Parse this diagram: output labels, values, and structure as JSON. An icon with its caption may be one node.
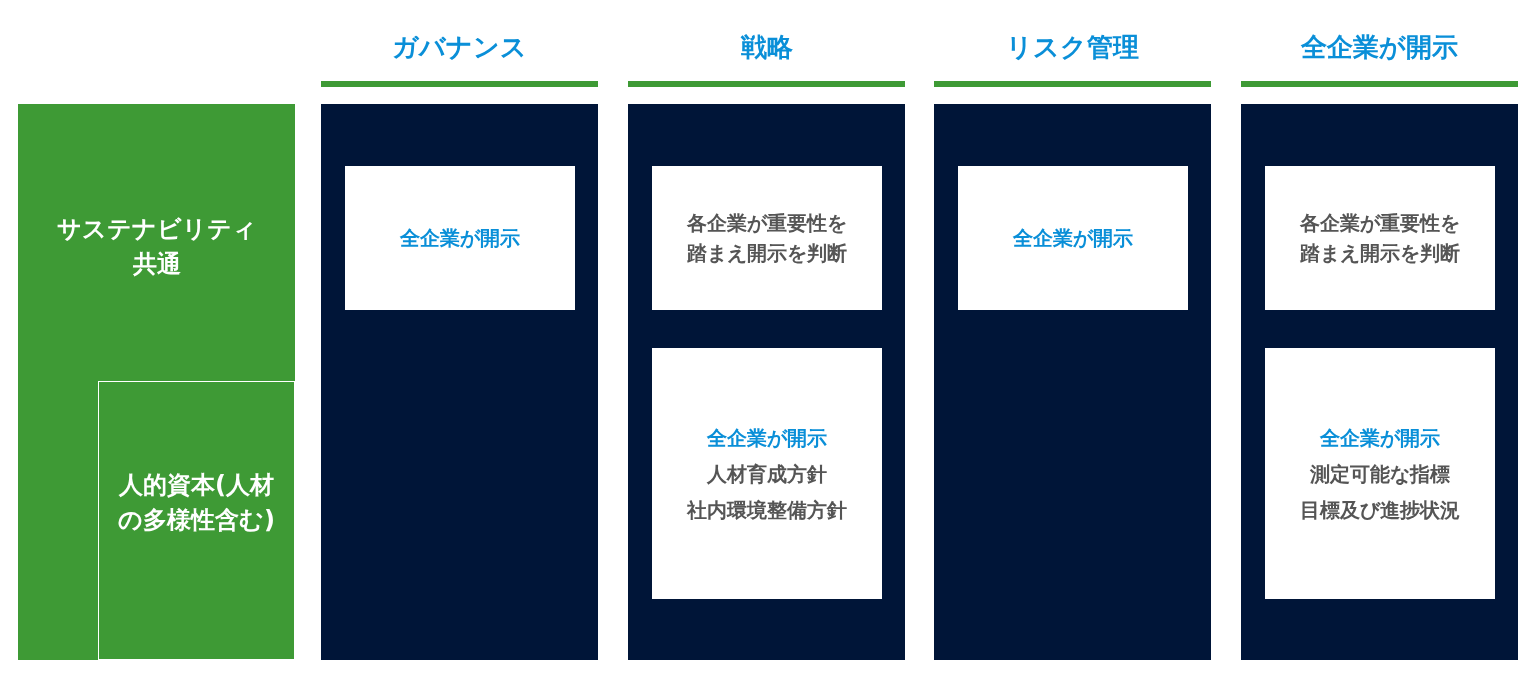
{
  "diagram": {
    "nodes": [
      {
        "text": [
          "サステナビリティ共通"
        ]
      },
      {
        "text": [
          "人的資本(人材の多様性含む)"
        ],
        "in": 0
      },
      {
        "text": [
          "ガバナンス"
        ]
      },
      {
        "text": [
          "全企業が開示"
        ],
        "in": 2
      },
      {
        "text": [
          "戦略"
        ]
      },
      {
        "text": [
          "各企業が重要性を踏まえ開示を判断"
        ],
        "in": 4
      },
      {
        "text": [
          "全企業が開示",
          "人材育成方針",
          "社内環境整備方針"
        ],
        "in": 4
      },
      {
        "text": [
          "リスク管理"
        ]
      },
      {
        "text": [
          "全企業が開示"
        ],
        "in": 7
      },
      {
        "text": [
          "全企業が開示"
        ]
      },
      {
        "text": [
          "各企業が重要性を踏まえ開示を判断"
        ],
        "in": 9
      },
      {
        "text": [
          "全企業が開示",
          "測定可能な指標",
          "目標及び進捗状況"
        ],
        "in": 9
      }
    ]
  }
}
